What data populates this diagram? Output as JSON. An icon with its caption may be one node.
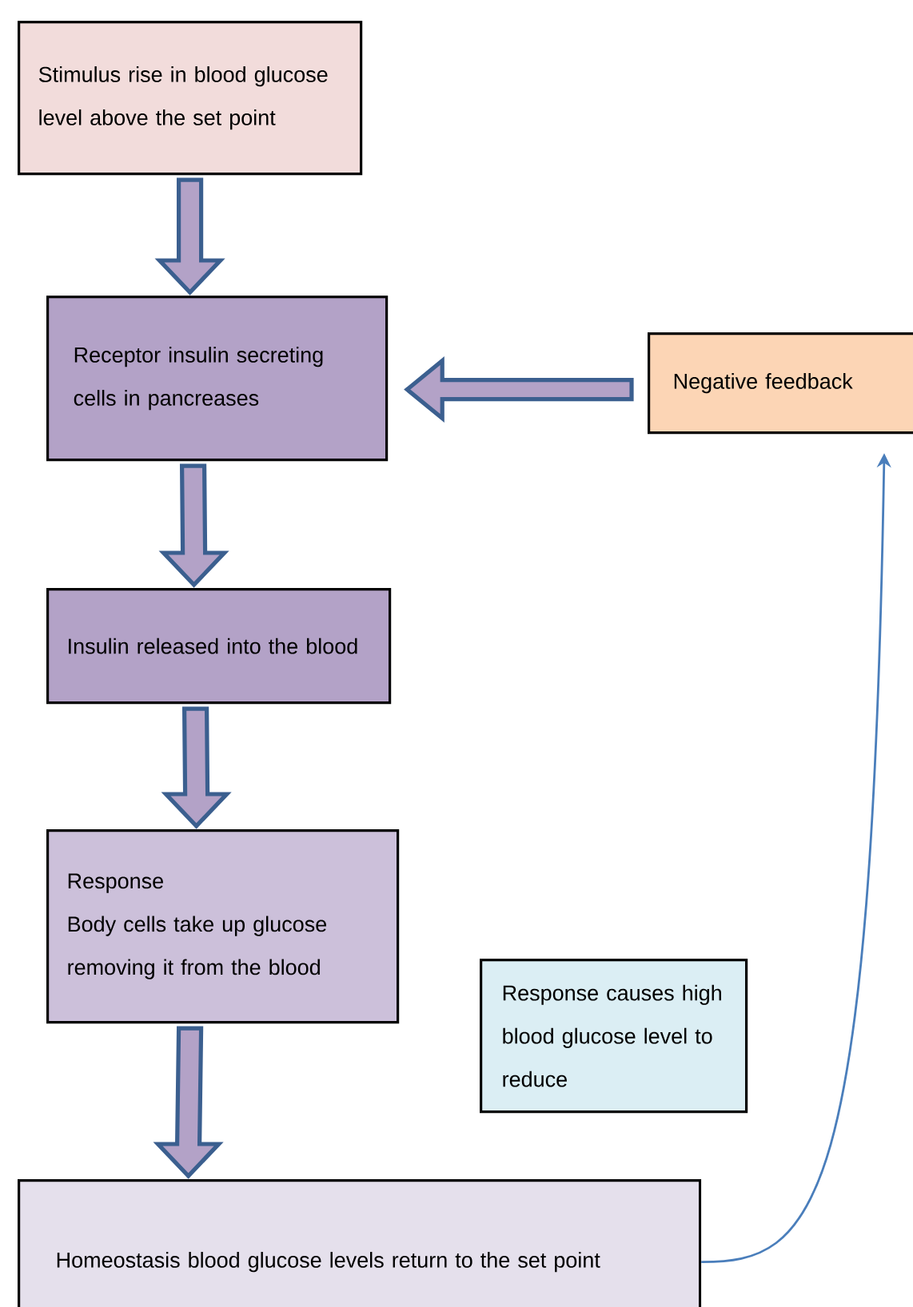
{
  "diagram": {
    "nodes": [
      {
        "text": [
          "Stimulus rise in blood glucose level above the set point"
        ]
      },
      {
        "text": [
          "Receptor insulin secreting cells in pancreases"
        ]
      },
      {
        "text": [
          "Negative feedback"
        ]
      },
      {
        "text": [
          "Insulin released into the blood"
        ]
      },
      {
        "text": [
          "Response",
          "Body cells take up glucose removing it from the blood"
        ]
      },
      {
        "text": [
          "Response causes high blood glucose level to reduce"
        ]
      },
      {
        "text": [
          "Homeostasis blood glucose levels return to the set point"
        ]
      }
    ],
    "edges": [
      {
        "from": 0,
        "to": 1,
        "arrow": "to",
        "style": "thick"
      },
      {
        "from": 2,
        "to": 1,
        "arrow": "to",
        "style": "thick"
      },
      {
        "from": 1,
        "to": 3,
        "arrow": "to",
        "style": "thick"
      },
      {
        "from": 3,
        "to": 4,
        "arrow": "to",
        "style": "thick"
      },
      {
        "from": 4,
        "to": 6,
        "arrow": "to",
        "style": "thick"
      },
      {
        "from": 6,
        "to": 2,
        "arrow": "to",
        "color": "#4a7ebb"
      }
    ]
  }
}
